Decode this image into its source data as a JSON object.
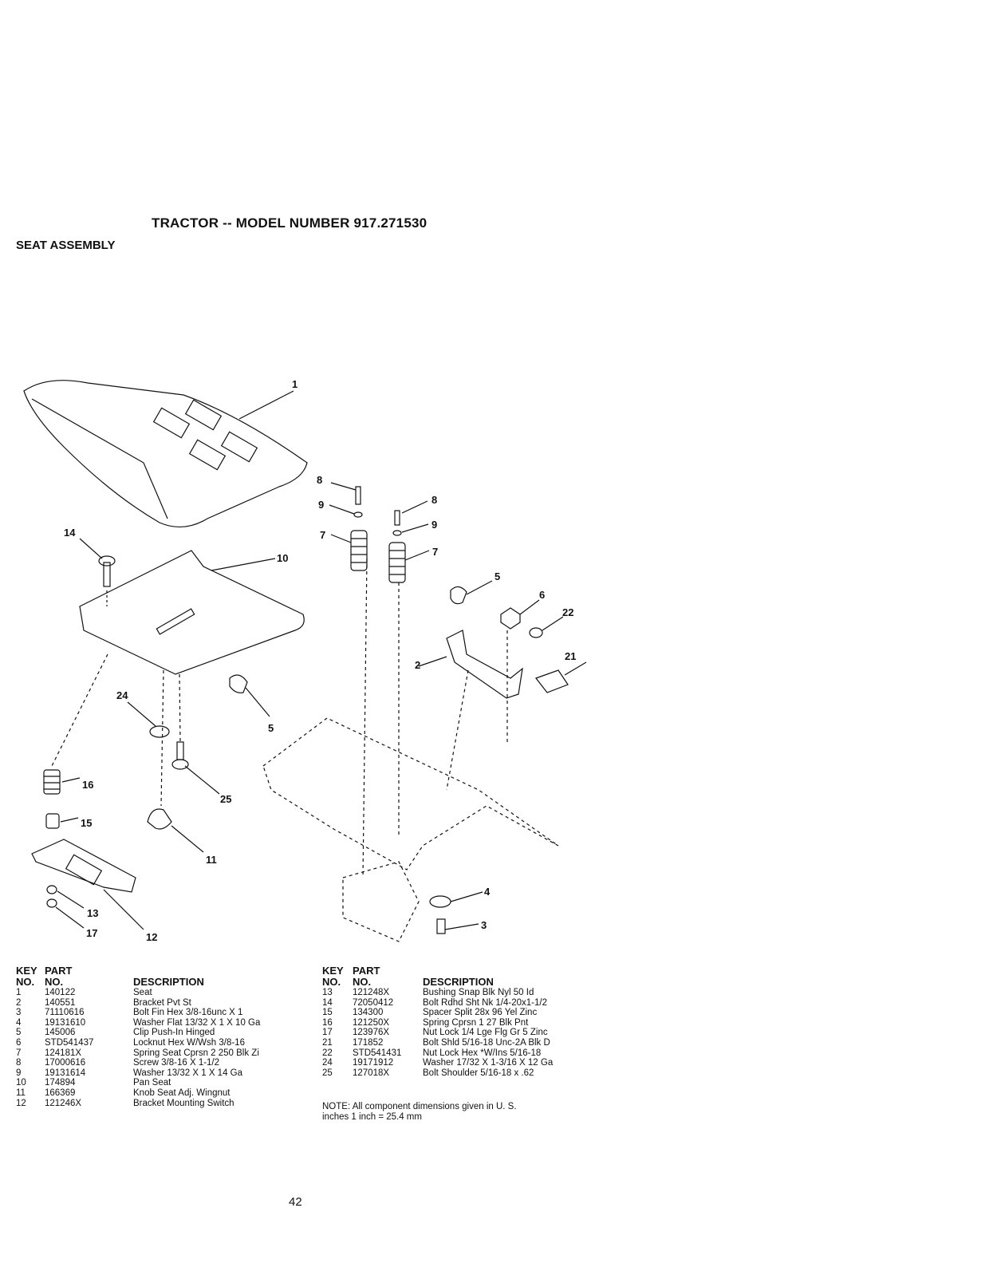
{
  "header": {
    "title": "TRACTOR -- MODEL NUMBER 917.271530",
    "section": "SEAT ASSEMBLY"
  },
  "callouts": [
    "1",
    "8",
    "9",
    "8",
    "9",
    "7",
    "7",
    "14",
    "10",
    "5",
    "6",
    "22",
    "21",
    "2",
    "24",
    "5",
    "16",
    "25",
    "15",
    "11",
    "13",
    "17",
    "12",
    "4",
    "3"
  ],
  "table_headers": {
    "key": "KEY",
    "no": "NO.",
    "part": "PART",
    "part_no": "NO.",
    "description": "DESCRIPTION"
  },
  "parts_left": [
    {
      "key": "1",
      "part": "140122",
      "desc": "Seat"
    },
    {
      "key": "2",
      "part": "140551",
      "desc": "Bracket Pvt St"
    },
    {
      "key": "3",
      "part": "71110616",
      "desc": "Bolt Fin Hex 3/8-16unc X 1"
    },
    {
      "key": "4",
      "part": "19131610",
      "desc": "Washer Flat 13/32 X 1 X 10 Ga"
    },
    {
      "key": "5",
      "part": "145006",
      "desc": "Clip Push-In Hinged"
    },
    {
      "key": "6",
      "part": "STD541437",
      "desc": "Locknut Hex W/Wsh 3/8-16"
    },
    {
      "key": "7",
      "part": "124181X",
      "desc": "Spring Seat Cprsn 2 250 Blk Zi"
    },
    {
      "key": "8",
      "part": "17000616",
      "desc": "Screw 3/8-16 X 1-1/2"
    },
    {
      "key": "9",
      "part": "19131614",
      "desc": "Washer 13/32 X 1 X 14 Ga"
    },
    {
      "key": "10",
      "part": "174894",
      "desc": "Pan Seat"
    },
    {
      "key": "11",
      "part": "166369",
      "desc": "Knob Seat Adj. Wingnut"
    },
    {
      "key": "12",
      "part": "121246X",
      "desc": "Bracket Mounting Switch"
    }
  ],
  "parts_right": [
    {
      "key": "13",
      "part": "121248X",
      "desc": "Bushing Snap Blk Nyl 50 Id"
    },
    {
      "key": "14",
      "part": "72050412",
      "desc": "Bolt Rdhd Sht Nk 1/4-20x1-1/2"
    },
    {
      "key": "15",
      "part": "134300",
      "desc": "Spacer Split 28x 96 Yel Zinc"
    },
    {
      "key": "16",
      "part": "121250X",
      "desc": "Spring Cprsn 1 27 Blk Pnt"
    },
    {
      "key": "17",
      "part": "123976X",
      "desc": "Nut Lock 1/4 Lge Flg Gr 5 Zinc"
    },
    {
      "key": "21",
      "part": "171852",
      "desc": "Bolt Shld 5/16-18 Unc-2A Blk D"
    },
    {
      "key": "22",
      "part": "STD541431",
      "desc": "Nut Lock Hex *W/Ins 5/16-18"
    },
    {
      "key": "24",
      "part": "19171912",
      "desc": "Washer 17/32 X 1-3/16 X 12 Ga"
    },
    {
      "key": "25",
      "part": "127018X",
      "desc": "Bolt Shoulder 5/16-18 x .62"
    }
  ],
  "note": {
    "line1": "NOTE: All component dimensions given in U. S.",
    "line2": "inches 1 inch = 25.4 mm"
  },
  "page_number": "42"
}
